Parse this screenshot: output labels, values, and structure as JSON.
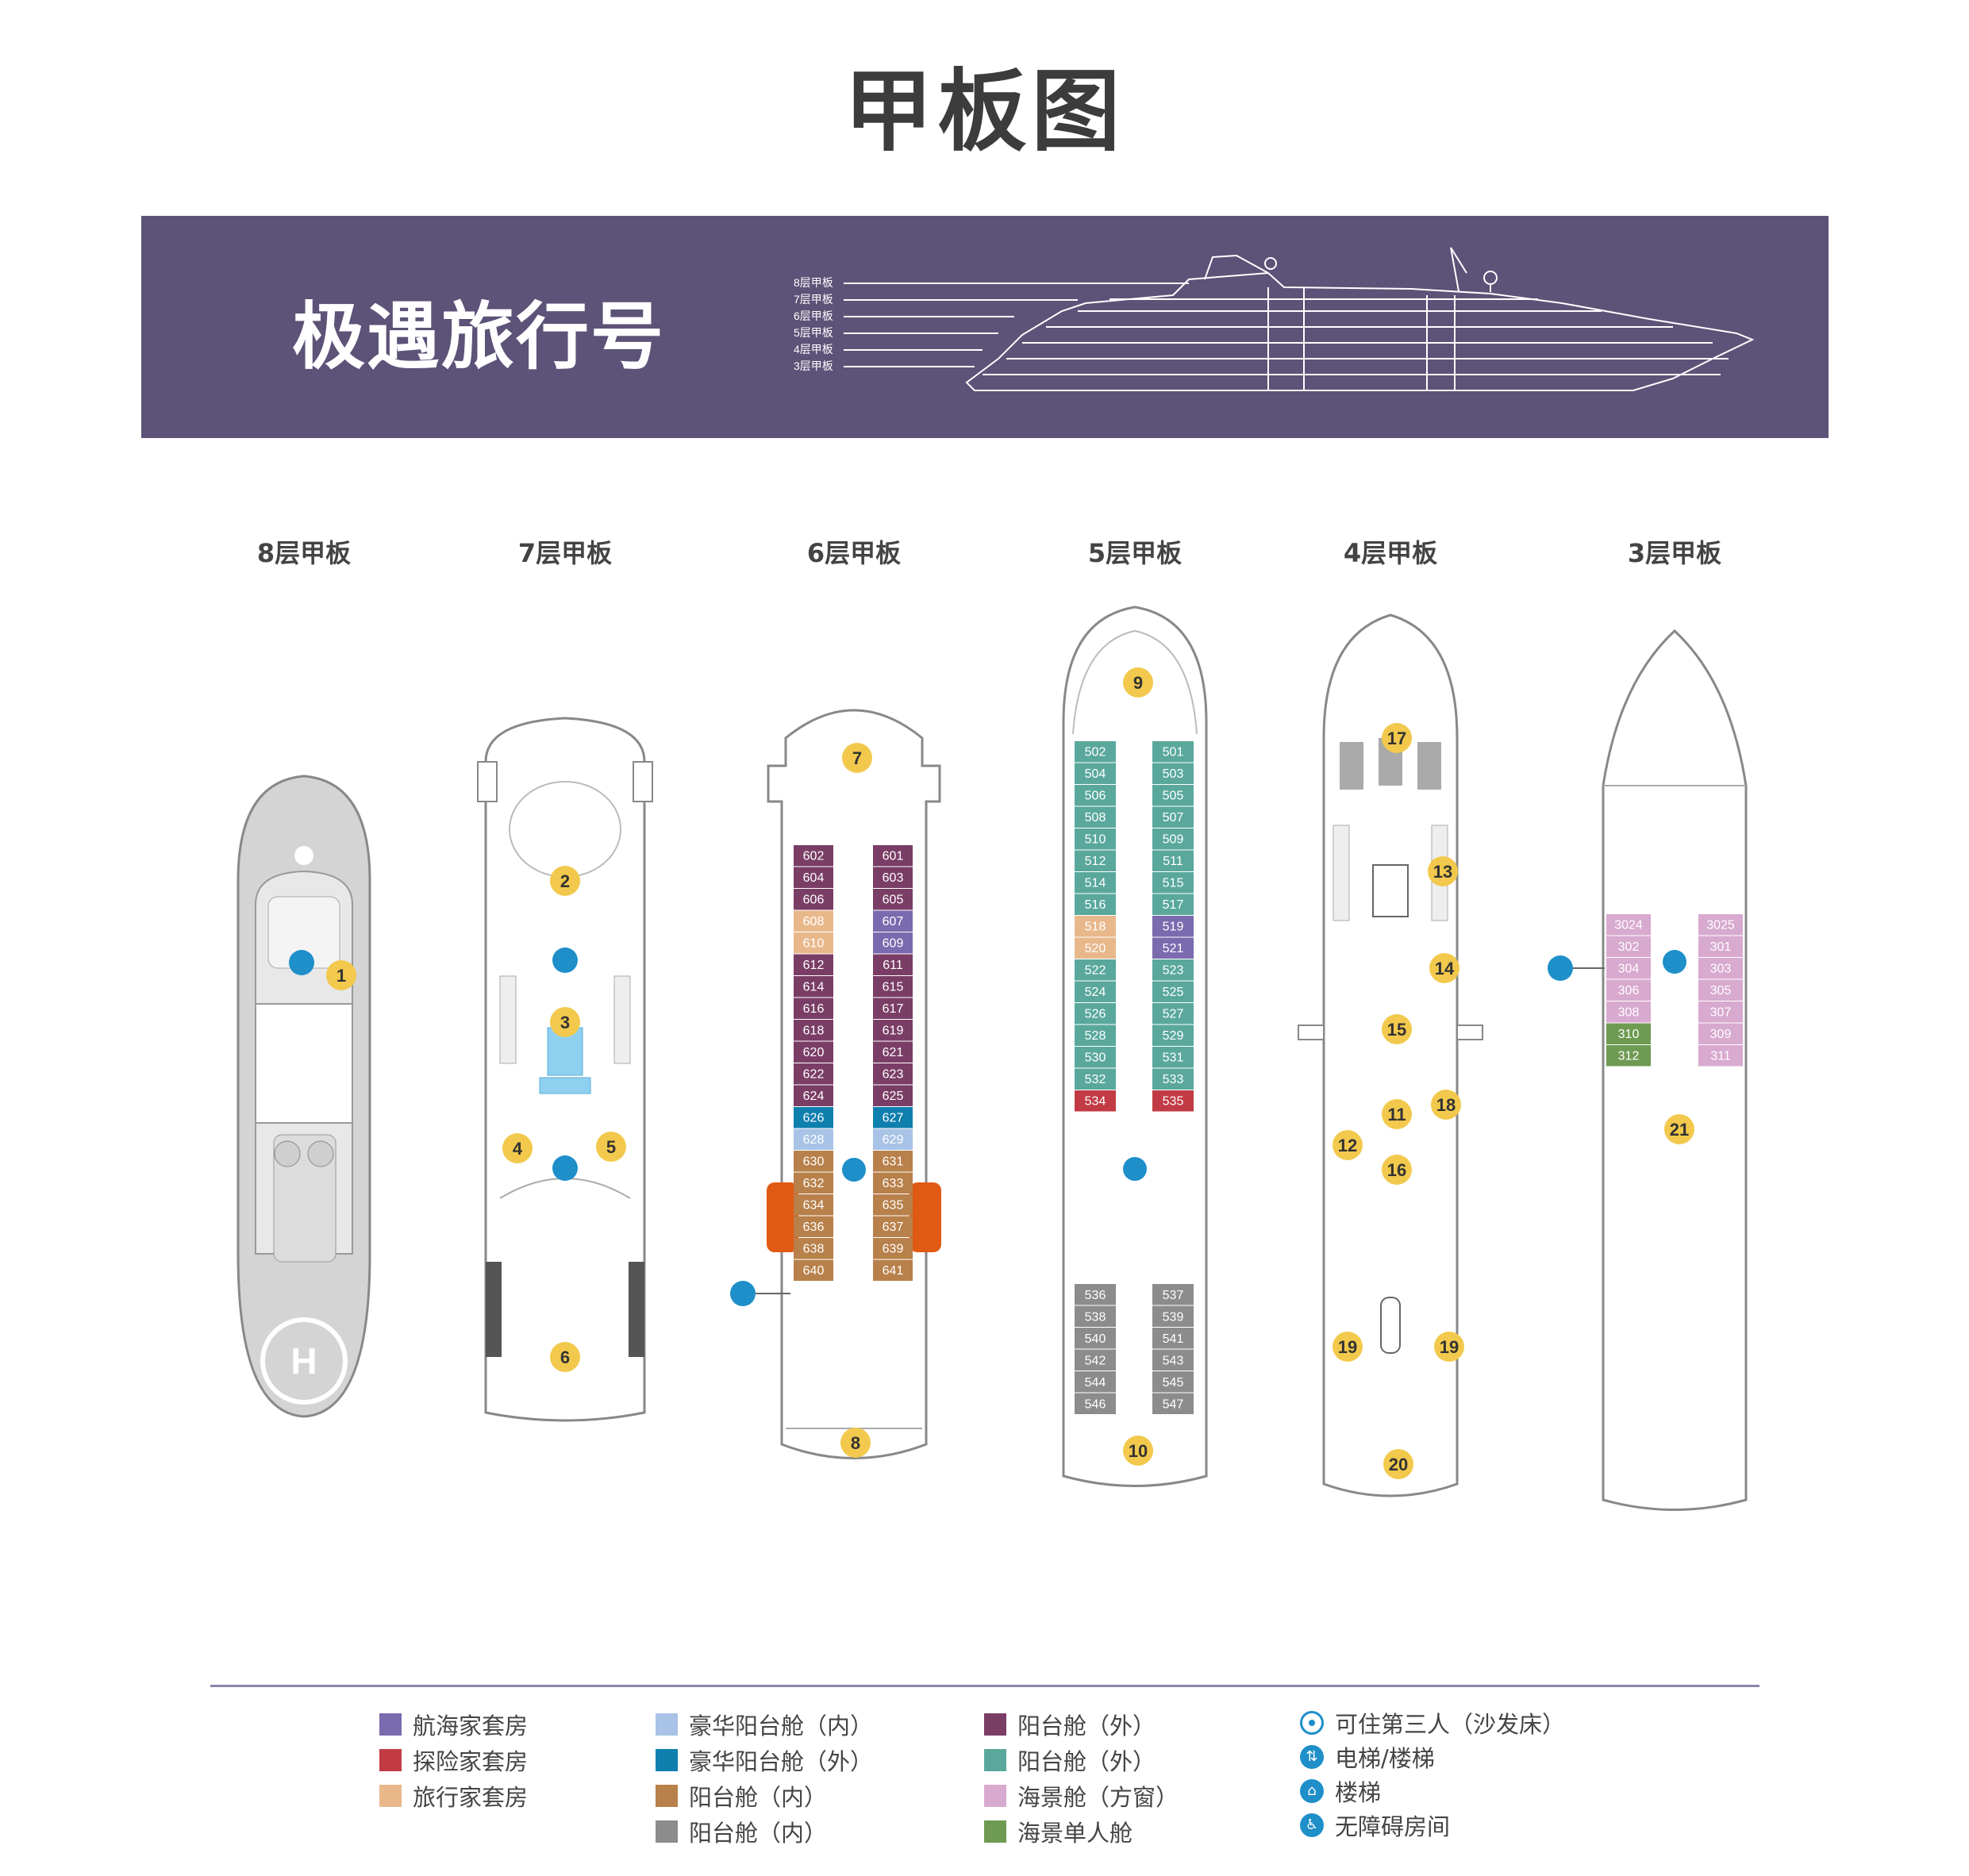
{
  "page": {
    "title": "甲板图"
  },
  "banner": {
    "ship_name": "极遇旅行号",
    "deck_levels": [
      "8层甲板",
      "7层甲板",
      "6层甲板",
      "5层甲板",
      "4层甲板",
      "3层甲板"
    ]
  },
  "decks": [
    {
      "title": "8层甲板"
    },
    {
      "title": "7层甲板"
    },
    {
      "title": "6层甲板"
    },
    {
      "title": "5层甲板"
    },
    {
      "title": "4层甲板"
    },
    {
      "title": "3层甲板"
    }
  ],
  "markers": [
    "1",
    "2",
    "3",
    "4",
    "5",
    "6",
    "7",
    "8",
    "9",
    "10",
    "11",
    "12",
    "13",
    "14",
    "15",
    "16",
    "17",
    "18",
    "19",
    "19",
    "20",
    "21"
  ],
  "deck8": {
    "helipad_letter": "H"
  },
  "deck6": {
    "left_cabins": [
      "602",
      "604",
      "606",
      "608",
      "610",
      "612",
      "614",
      "616",
      "618",
      "620",
      "622",
      "624",
      "626",
      "628",
      "630",
      "632",
      "634",
      "636",
      "638",
      "640"
    ],
    "right_cabins": [
      "601",
      "603",
      "605",
      "607",
      "609",
      "611",
      "615",
      "617",
      "619",
      "621",
      "623",
      "625",
      "627",
      "629",
      "631",
      "633",
      "635",
      "637",
      "639",
      "641"
    ]
  },
  "deck5": {
    "left_cabins": [
      "502",
      "504",
      "506",
      "508",
      "510",
      "512",
      "514",
      "516",
      "518",
      "520",
      "522",
      "524",
      "526",
      "528",
      "530",
      "532",
      "534",
      "536",
      "538",
      "540",
      "542",
      "544",
      "546"
    ],
    "right_cabins": [
      "501",
      "503",
      "505",
      "507",
      "509",
      "511",
      "515",
      "517",
      "519",
      "521",
      "523",
      "525",
      "527",
      "529",
      "531",
      "533",
      "535",
      "537",
      "539",
      "541",
      "543",
      "545",
      "547"
    ]
  },
  "deck3": {
    "left_cabins": [
      "3024",
      "302",
      "304",
      "306",
      "308",
      "310",
      "312"
    ],
    "right_cabins": [
      "3025",
      "301",
      "303",
      "305",
      "307",
      "309",
      "311"
    ]
  },
  "colors": {
    "banner": "#5d5277",
    "marker": "#f2c94c",
    "navigator_suite": "#7a6aae",
    "explorer_suite": "#c23b44",
    "travel_suite": "#e8b88b",
    "deluxe_balcony_inner": "#a8c3e6",
    "deluxe_balcony_outer": "#0f7fae",
    "balcony_inner_brown": "#b8804a",
    "balcony_inner_grey": "#8c8c8c",
    "balcony_outer_purple": "#7a3e66",
    "balcony_outer_teal": "#5aa89c",
    "oceanview_window": "#d8aad0",
    "oceanview_single": "#6e9a52",
    "icon_blue": "#1e8fc9"
  },
  "legend": [
    {
      "label": "航海家套房",
      "color": "#7a6aae"
    },
    {
      "label": "探险家套房",
      "color": "#c23b44"
    },
    {
      "label": "旅行家套房",
      "color": "#e8b88b"
    },
    {
      "label": "豪华阳台舱（内）",
      "color": "#a8c3e6"
    },
    {
      "label": "豪华阳台舱（外）",
      "color": "#0f7fae"
    },
    {
      "label": "阳台舱（内）",
      "color": "#b8804a"
    },
    {
      "label": "阳台舱（内）",
      "color": "#8c8c8c"
    },
    {
      "label": "阳台舱（外）",
      "color": "#7a3e66"
    },
    {
      "label": "阳台舱（外）",
      "color": "#5aa89c"
    },
    {
      "label": "海景舱（方窗）",
      "color": "#d8aad0"
    },
    {
      "label": "海景单人舱",
      "color": "#6e9a52"
    },
    {
      "label": "可住第三人（沙发床）",
      "icon": "sofa-bed-dot-icon"
    },
    {
      "label": "电梯/楼梯",
      "icon": "elevator-icon"
    },
    {
      "label": "楼梯",
      "icon": "stairs-icon"
    },
    {
      "label": "无障碍房间",
      "icon": "wheelchair-icon"
    }
  ]
}
